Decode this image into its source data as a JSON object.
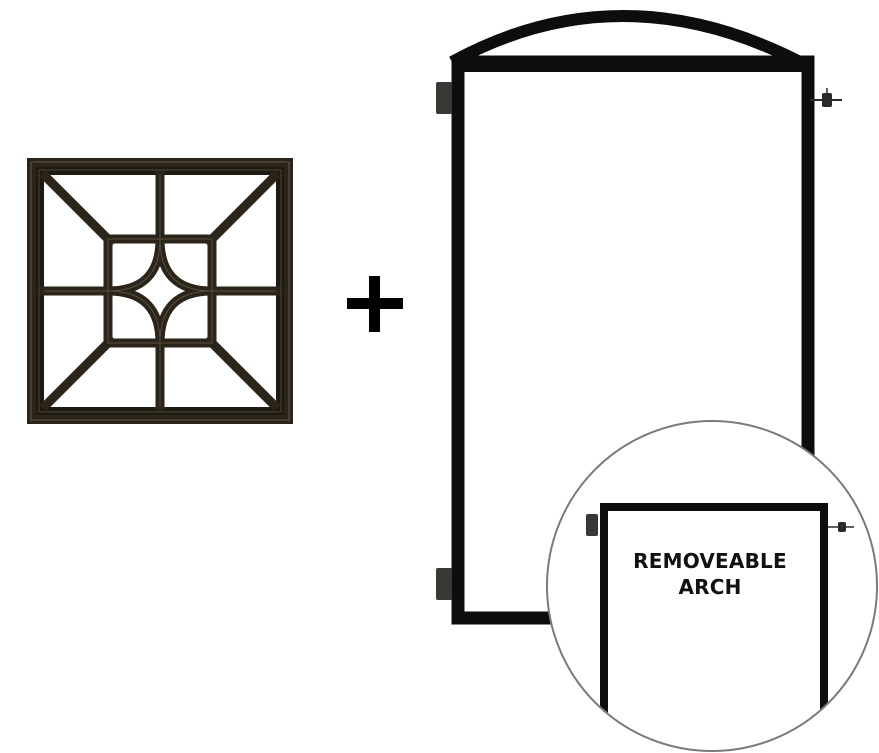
{
  "scene": {
    "background": "#ffffff",
    "description_items": [
      {
        "name": "decorative insert panel",
        "color": "#2b2519"
      },
      {
        "name": "plus sign",
        "color": "#000000"
      },
      {
        "name": "arched gate frame",
        "color": "#0d0d0d"
      },
      {
        "name": "zoom callout circle",
        "border_color": "#7a7a7a"
      }
    ]
  },
  "plus": {
    "symbol": "+"
  },
  "callout": {
    "line1": "REMOVEABLE",
    "line2": "ARCH"
  },
  "colors": {
    "panel_bronze": "#2b2519",
    "panel_highlight": "#5a5142",
    "gate_black": "#0d0d0d",
    "hardware": "#3a3834",
    "circle_border": "#7a7a7a"
  }
}
